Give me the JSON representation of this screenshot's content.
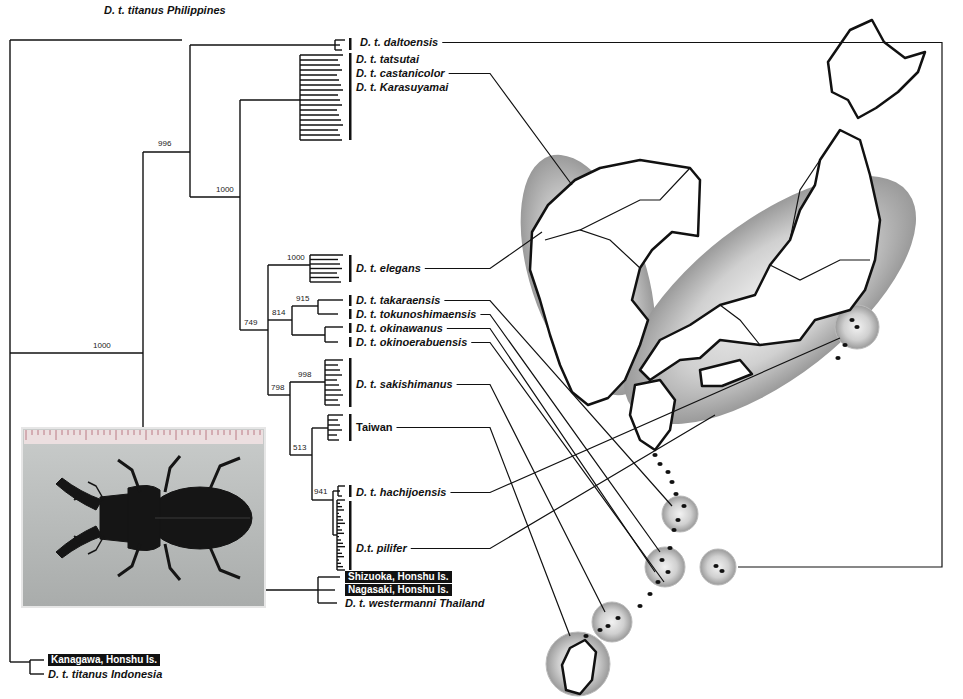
{
  "diagram": {
    "nodes": [
      {
        "text": [
          "Shizuoka, Honshu Is."
        ]
      },
      {
        "text": [
          "Nagasaki, Honshu Is."
        ]
      },
      {
        "text": [
          "Kanagawa, Honshu Is."
        ]
      }
    ],
    "labels": [
      "D. t. titanus Philippines",
      "D. t. daltoensis",
      "D. t. tatsutai",
      "D. t. castanicolor",
      "D. t. Karasuyamai",
      "996",
      "1000",
      "D. t. elegans",
      "1000",
      "D. t. takaraensis",
      "915",
      "D. t. tokunoshimaensis",
      "814",
      "D. t. okinawanus",
      "749",
      "D. t. okinoerabuensis",
      "1000",
      "998",
      "D. t. sakishimanus",
      "798",
      "Taiwan",
      "513",
      "941",
      "D. t. hachijoensis",
      "D.t. pilifer",
      "D. t. westermanni Thailand",
      "D. t. titanus Indonesia"
    ]
  }
}
